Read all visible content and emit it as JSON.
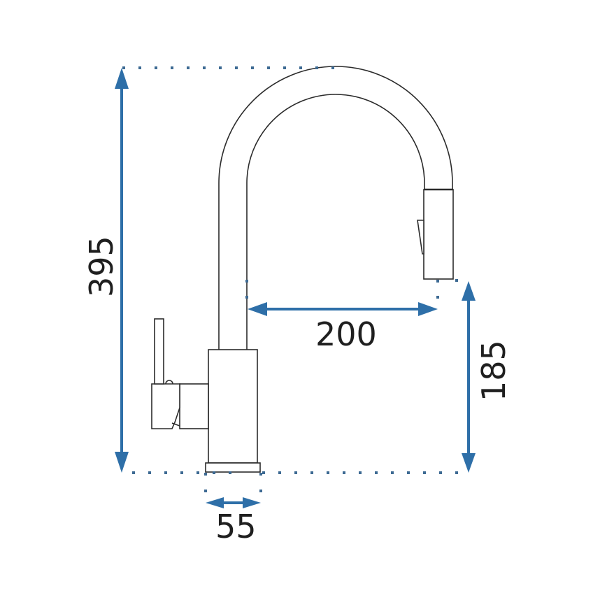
{
  "diagram": {
    "subject": "Pull-out kitchen faucet technical drawing",
    "units": "mm",
    "colors": {
      "outline": "#2b2b2b",
      "dimension": "#2e6fa8",
      "guide_dots": "#3d6a93",
      "label": "#1f1f1f",
      "background": "#ffffff"
    },
    "dimensions": {
      "total_height": {
        "label": "395",
        "orientation": "vertical"
      },
      "spout_reach": {
        "label": "200",
        "orientation": "horizontal"
      },
      "spout_clearance_height": {
        "label": "185",
        "orientation": "vertical"
      },
      "base_diameter": {
        "label": "55",
        "orientation": "horizontal"
      }
    },
    "parts": [
      "spout-arc",
      "pull-out-spray-head",
      "spray-head-button",
      "faucet-body",
      "base-plate",
      "lever-handle",
      "handle-block"
    ]
  }
}
